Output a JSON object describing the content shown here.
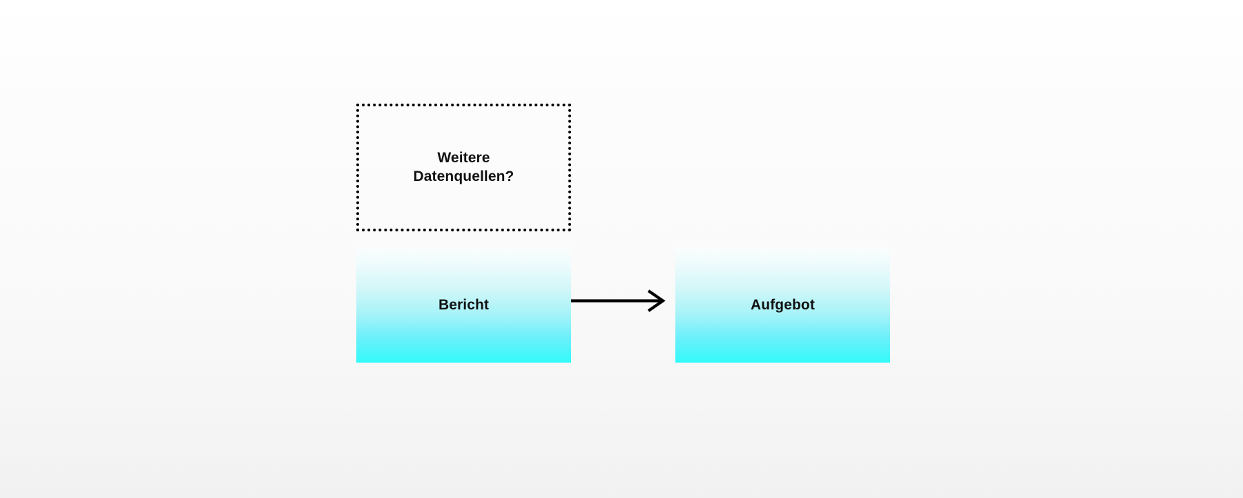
{
  "diagram": {
    "type": "flow-diagram",
    "background_top_color": "#ffffff",
    "background_bottom_color": "#f1f1f1",
    "nodes": [
      {
        "id": "weitere-datenquellen",
        "label": "Weitere\nDatenquellen?",
        "style": "dotted-outline",
        "border_color": "#000000",
        "fill": "transparent",
        "text_color": "#111111"
      },
      {
        "id": "bericht",
        "label": "Bericht",
        "style": "gradient-fill",
        "fill_top_color": "#fbfdfd",
        "fill_bottom_color": "#33fafa",
        "text_color": "#111111"
      },
      {
        "id": "aufgebot",
        "label": "Aufgebot",
        "style": "gradient-fill",
        "fill_top_color": "#fbfdfd",
        "fill_bottom_color": "#33fafa",
        "text_color": "#111111"
      }
    ],
    "edges": [
      {
        "id": "bericht-to-aufgebot",
        "from": "bericht",
        "to": "aufgebot",
        "label": "",
        "arrow_color": "#000000",
        "arrow_head": "open"
      }
    ]
  }
}
